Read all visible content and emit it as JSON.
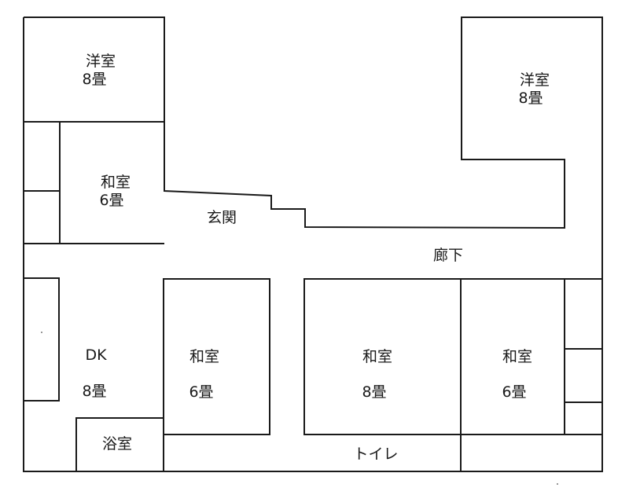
{
  "rooms": {
    "western_left": {
      "name": "洋室",
      "size": "8畳"
    },
    "western_right": {
      "name": "洋室",
      "size": "8畳"
    },
    "japanese_upper": {
      "name": "和室",
      "size": "6畳"
    },
    "japanese_center": {
      "name": "和室",
      "size": "6畳"
    },
    "japanese_8": {
      "name": "和室",
      "size": "8畳"
    },
    "japanese_right": {
      "name": "和室",
      "size": "6畳"
    },
    "dk": {
      "name": "DK",
      "size": "8畳"
    },
    "bath": {
      "name": "浴室"
    },
    "toilet": {
      "name": "トイレ"
    },
    "entrance": {
      "name": "玄関"
    },
    "corridor": {
      "name": "廊下"
    }
  }
}
